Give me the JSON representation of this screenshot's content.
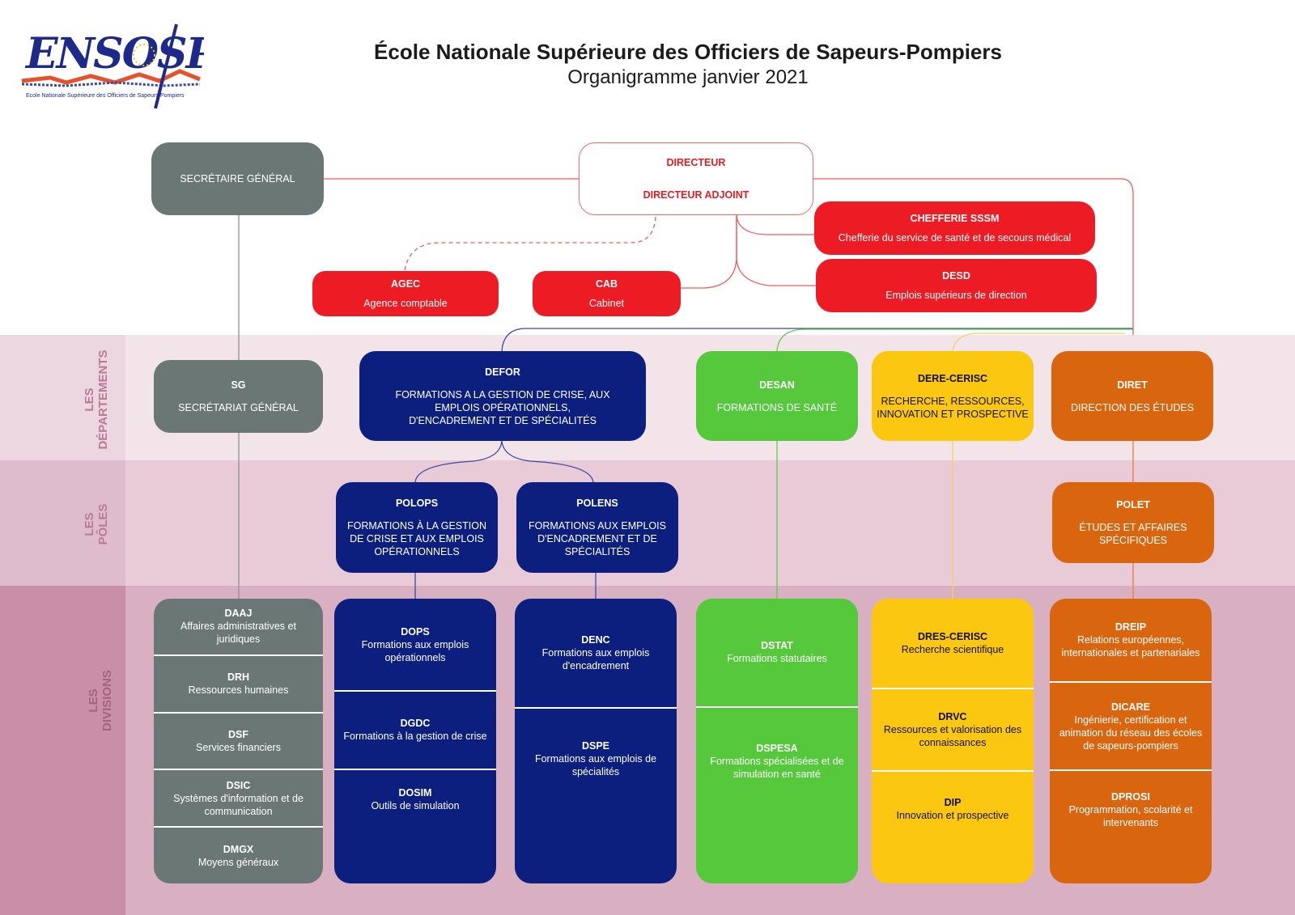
{
  "header": {
    "title": "École Nationale Supérieure des Officiers de Sapeurs-Pompiers",
    "subtitle": "Organigramme janvier 2021"
  },
  "logo": {
    "text": "ENSOSP",
    "tagline": "Ecole Nationale Supérieure des Officiers de Sapeurs-Pompiers"
  },
  "bands": {
    "departements": [
      "LES",
      "DÉPARTEMENTS"
    ],
    "poles": [
      "LES",
      "PÔLES"
    ],
    "divisions": [
      "LES",
      "DIVISIONS"
    ]
  },
  "direction": {
    "secretaire": "SECRÉTAIRE GÉNÉRAL",
    "directeur": "DIRECTEUR",
    "adjoint": "DIRECTEUR ADJOINT",
    "sssm": {
      "code": "CHEFFERIE SSSM",
      "desc": "Chefferie du service de santé et de secours médical"
    },
    "desd": {
      "code": "DESD",
      "desc": "Emplois supérieurs de direction"
    },
    "agec": {
      "code": "AGEC",
      "desc": "Agence comptable"
    },
    "cab": {
      "code": "CAB",
      "desc": "Cabinet"
    }
  },
  "departements": {
    "sg": {
      "code": "SG",
      "desc": "SECRÉTARIAT GÉNÉRAL"
    },
    "defor": {
      "code": "DEFOR",
      "desc": "FORMATIONS A LA GESTION DE CRISE, AUX EMPLOIS OPÉRATIONNELS, D'ENCADREMENT ET DE SPÉCIALITÉS"
    },
    "desan": {
      "code": "DESAN",
      "desc": "FORMATIONS DE SANTÉ"
    },
    "dere": {
      "code": "DERE-CERISC",
      "desc": "RECHERCHE, RESSOURCES, INNOVATION ET PROSPECTIVE"
    },
    "diret": {
      "code": "DIRET",
      "desc": "DIRECTION DES ÉTUDES"
    }
  },
  "poles": {
    "polops": {
      "code": "POLOPS",
      "desc": "FORMATIONS À LA GESTION DE CRISE ET AUX EMPLOIS OPÉRATIONNELS"
    },
    "polens": {
      "code": "POLENS",
      "desc": "FORMATIONS AUX EMPLOIS D'ENCADREMENT ET DE SPÉCIALITÉS"
    },
    "polet": {
      "code": "POLET",
      "desc": "ÉTUDES ET AFFAIRES SPÉCIFIQUES"
    }
  },
  "divisions": {
    "sg": [
      {
        "code": "DAAJ",
        "desc": "Affaires administratives et juridiques"
      },
      {
        "code": "DRH",
        "desc": "Ressources humaines"
      },
      {
        "code": "DSF",
        "desc": "Services financiers"
      },
      {
        "code": "DSIC",
        "desc": "Systèmes d'information et de communication"
      },
      {
        "code": "DMGX",
        "desc": "Moyens généraux"
      }
    ],
    "polops": [
      {
        "code": "DOPS",
        "desc": "Formations aux emplois opérationnels"
      },
      {
        "code": "DGDC",
        "desc": "Formations à la gestion de crise"
      },
      {
        "code": "DOSIM",
        "desc": "Outils de simulation"
      }
    ],
    "polens": [
      {
        "code": "DENC",
        "desc": "Formations aux emplois d'encadrement"
      },
      {
        "code": "DSPE",
        "desc": "Formations aux emplois de spécialités"
      }
    ],
    "desan": [
      {
        "code": "DSTAT",
        "desc": "Formations statutaires"
      },
      {
        "code": "DSPESA",
        "desc": "Formations spécialisées et de simulation en santé"
      }
    ],
    "dere": [
      {
        "code": "DRES-CERISC",
        "desc": "Recherche scientifique"
      },
      {
        "code": "DRVC",
        "desc": "Ressources et valorisation des connaissances"
      },
      {
        "code": "DIP",
        "desc": "Innovation et prospective"
      }
    ],
    "diret": [
      {
        "code": "DREIP",
        "desc": "Relations européennes, internationales et partenariales"
      },
      {
        "code": "DICARE",
        "desc": "Ingénierie, certification et animation du réseau des écoles de sapeurs-pompiers"
      },
      {
        "code": "DPROSI",
        "desc": "Programmation, scolarité et intervenants"
      }
    ]
  },
  "colors": {
    "grey": "#6b7775",
    "navy": "#0d1f7e",
    "green": "#55c83b",
    "yellow": "#fbc711",
    "orange": "#d9650f",
    "red": "#ed1c24",
    "band_dept": "#f3e4ea",
    "band_poles": "#e8cbd6",
    "band_div": "#d9b0c1"
  }
}
